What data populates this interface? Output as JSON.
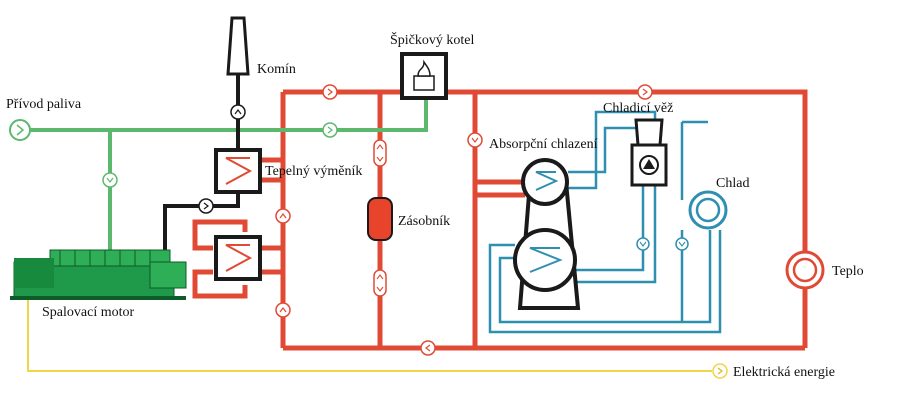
{
  "labels": {
    "fuel_supply": "Přívod paliva",
    "chimney": "Komín",
    "peak_boiler": "Špičkový kotel",
    "cooling_tower": "Chladicí věž",
    "absorption_cooling": "Absorpční chlazení",
    "heat_exchanger": "Tepelný výměník",
    "storage": "Zásobník",
    "cold": "Chlad",
    "heat": "Teplo",
    "engine": "Spalovací motor",
    "electric_energy": "Elektrická energie"
  },
  "colors": {
    "hot_water": "#e04a35",
    "fuel": "#5cb86d",
    "exhaust": "#1a1a1a",
    "cooling_water": "#2f8fb0",
    "electricity": "#f0d54a",
    "engine_body": "#1f9a4a",
    "storage_tank": "#e8432b"
  }
}
